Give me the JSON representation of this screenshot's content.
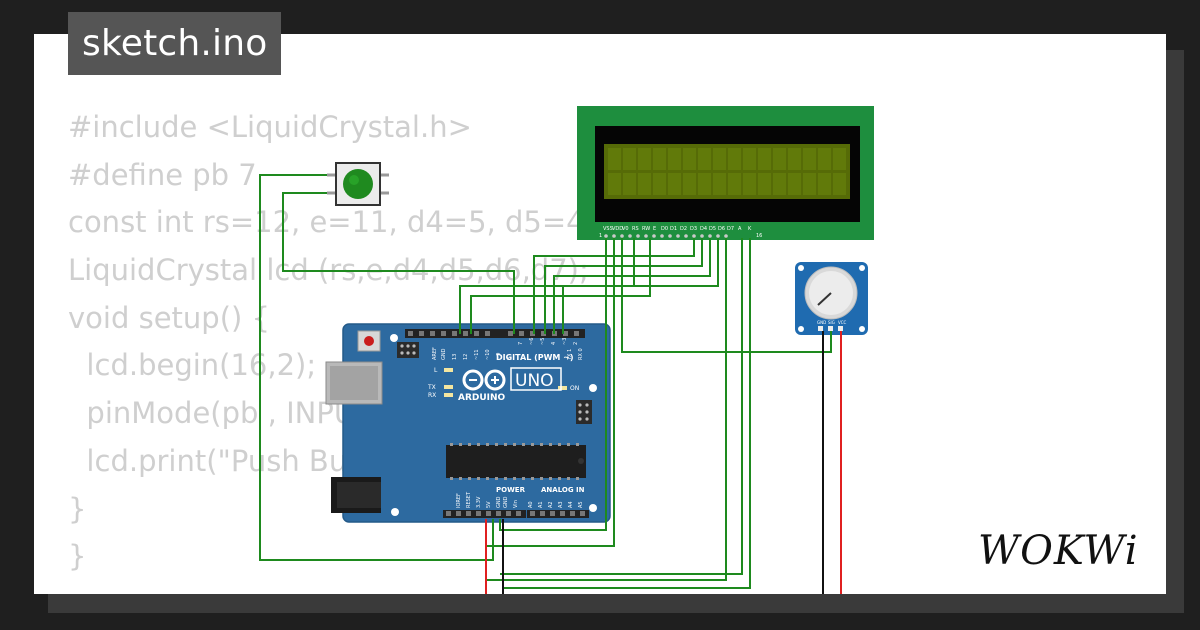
{
  "file_tab": {
    "title": "sketch.ino"
  },
  "code": {
    "lines": [
      "#include <LiquidCrystal.h>",
      "#define pb 7",
      "const int rs=12, e=11, d4=5, d5=4, d6=3, d7=2;",
      "LiquidCrystal lcd (rs,e,d4,d5,d6,d7);",
      "void setup() {",
      "  lcd.begin(16,2);",
      "  pinMode(pb , INPUT);",
      "  lcd.print(\"Push Button\");",
      "}",
      "}"
    ]
  },
  "arduino": {
    "brand": "ARDUINO",
    "model": "UNO",
    "digital_label": "DIGITAL (PWM ~)",
    "power_label": "POWER",
    "analog_label": "ANALOG IN",
    "on_label": "ON",
    "led_l": "L",
    "led_tx": "TX",
    "led_rx": "RX",
    "digital_pins": [
      "AREF",
      "GND",
      "13",
      "12",
      "~11",
      "~10",
      "~9",
      "8",
      "7",
      "~6",
      "~5",
      "4",
      "~3",
      "2",
      "TX 1",
      "RX 0"
    ],
    "power_pins": [
      "IOREF",
      "RESET",
      "3.3V",
      "5V",
      "GND",
      "GND",
      "Vin"
    ],
    "analog_pins": [
      "A0",
      "A1",
      "A2",
      "A3",
      "A4",
      "A5"
    ]
  },
  "lcd": {
    "pins": [
      "VSS",
      "VDD",
      "V0",
      "RS",
      "RW",
      "E",
      "D0",
      "D1",
      "D2",
      "D3",
      "D4",
      "D5",
      "D6",
      "D7",
      "A",
      "K"
    ],
    "pin_first": "1",
    "pin_last": "16"
  },
  "potentiometer": {
    "pins": [
      "GND",
      "SIG",
      "VCC"
    ]
  },
  "brand": {
    "name": "WOKWi"
  },
  "colors": {
    "background": "#1f1f1f",
    "card": "#ffffff",
    "code_text": "#cfcfcf",
    "tab_bg": "#555555",
    "board_blue": "#2d6aa0",
    "lcd_green": "#1e8e3e",
    "lcd_screen": "#566b07",
    "wire_green": "#1e8a1e",
    "wire_red": "#e02020",
    "wire_black": "#111111"
  }
}
